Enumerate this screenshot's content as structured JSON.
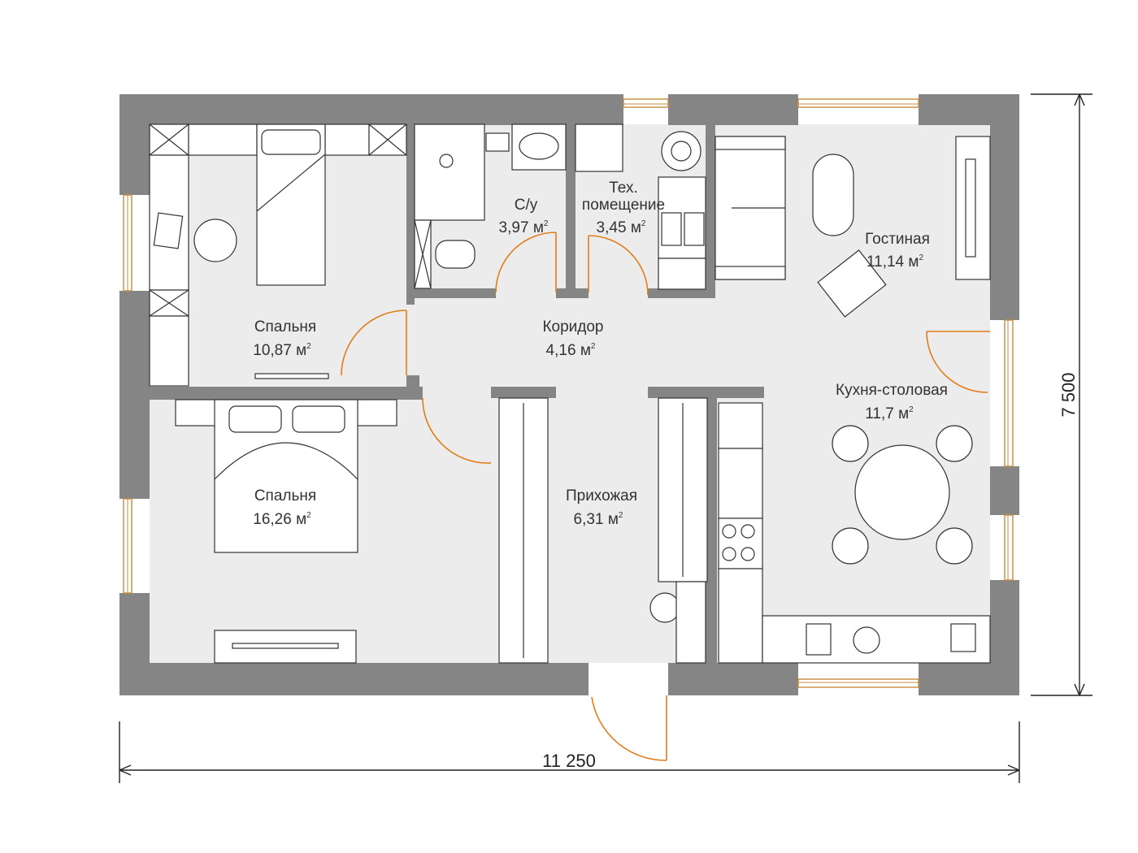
{
  "rooms": [
    {
      "id": "bedroom-small",
      "name": "Спальня",
      "area": "10,87",
      "unit": "м",
      "sup": "2"
    },
    {
      "id": "bathroom",
      "name": "С/у",
      "area": "3,97",
      "unit": "м",
      "sup": "2"
    },
    {
      "id": "tech-room",
      "name": "Тех.",
      "name2": "помещение",
      "area": "3,45",
      "unit": "м",
      "sup": "2"
    },
    {
      "id": "living-room",
      "name": "Гостиная",
      "area": "11,14",
      "unit": "м",
      "sup": "2"
    },
    {
      "id": "corridor",
      "name": "Коридор",
      "area": "4,16",
      "unit": "м",
      "sup": "2"
    },
    {
      "id": "kitchen-dining",
      "name": "Кухня-столовая",
      "area": "11,7",
      "unit": "м",
      "sup": "2"
    },
    {
      "id": "bedroom-large",
      "name": "Спальня",
      "area": "16,26",
      "unit": "м",
      "sup": "2"
    },
    {
      "id": "hallway",
      "name": "Прихожая",
      "area": "6,31",
      "unit": "м",
      "sup": "2"
    }
  ],
  "dimensions": {
    "width": "11 250",
    "height": "7 500"
  },
  "colors": {
    "wall": "#858585",
    "floor": "#ececec",
    "door": "#e07d1a",
    "window": "#c88a3c"
  }
}
